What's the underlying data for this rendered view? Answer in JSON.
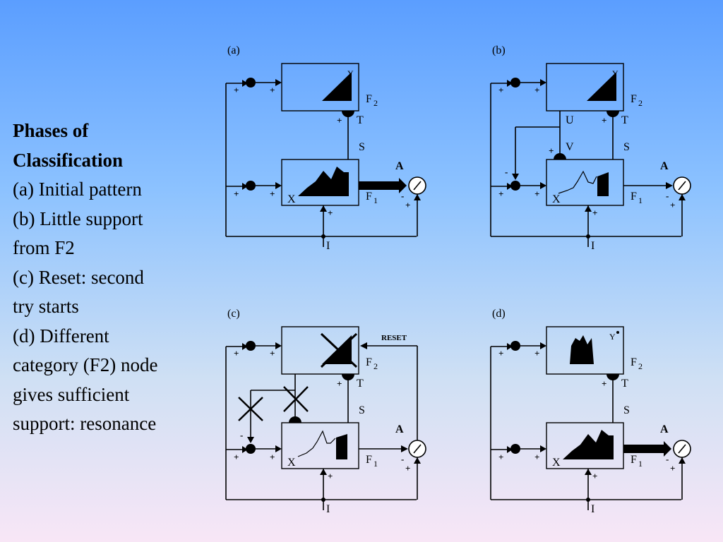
{
  "caption": {
    "title_line1": "Phases of",
    "title_line2": "Classification",
    "lines": [
      "(a) Initial pattern",
      "(b) Little support",
      "from F2",
      "(c) Reset: second",
      "try starts",
      "(d) Different",
      "category (F2) node",
      "gives sufficient",
      "support: resonance"
    ]
  },
  "panels": [
    {
      "tag": "(a)",
      "f2": "F",
      "f2_sub": "2",
      "f1": "F",
      "f1_sub": "1",
      "y": "Y",
      "x": "X",
      "t": "T",
      "s": "S",
      "a": "A",
      "i": "I"
    },
    {
      "tag": "(b)",
      "f2": "F",
      "f2_sub": "2",
      "f1": "F",
      "f1_sub": "1",
      "y": "Y",
      "x": "X",
      "t": "T",
      "s": "S",
      "a": "A",
      "i": "I",
      "u": "U",
      "v": "V"
    },
    {
      "tag": "(c)",
      "f2": "F",
      "f2_sub": "2",
      "f1": "F",
      "f1_sub": "1",
      "x": "X",
      "t": "T",
      "s": "S",
      "a": "A",
      "i": "I",
      "reset": "RESET"
    },
    {
      "tag": "(d)",
      "f2": "F",
      "f2_sub": "2",
      "f1": "F",
      "f1_sub": "1",
      "y": "Y",
      "x": "X",
      "t": "T",
      "s": "S",
      "a": "A",
      "i": "I"
    }
  ],
  "signs": {
    "plus": "+",
    "minus": "-"
  },
  "colors": {
    "line": "#000000",
    "bg_top": "#5b9eff",
    "bg_bottom": "#f8e6f6"
  }
}
